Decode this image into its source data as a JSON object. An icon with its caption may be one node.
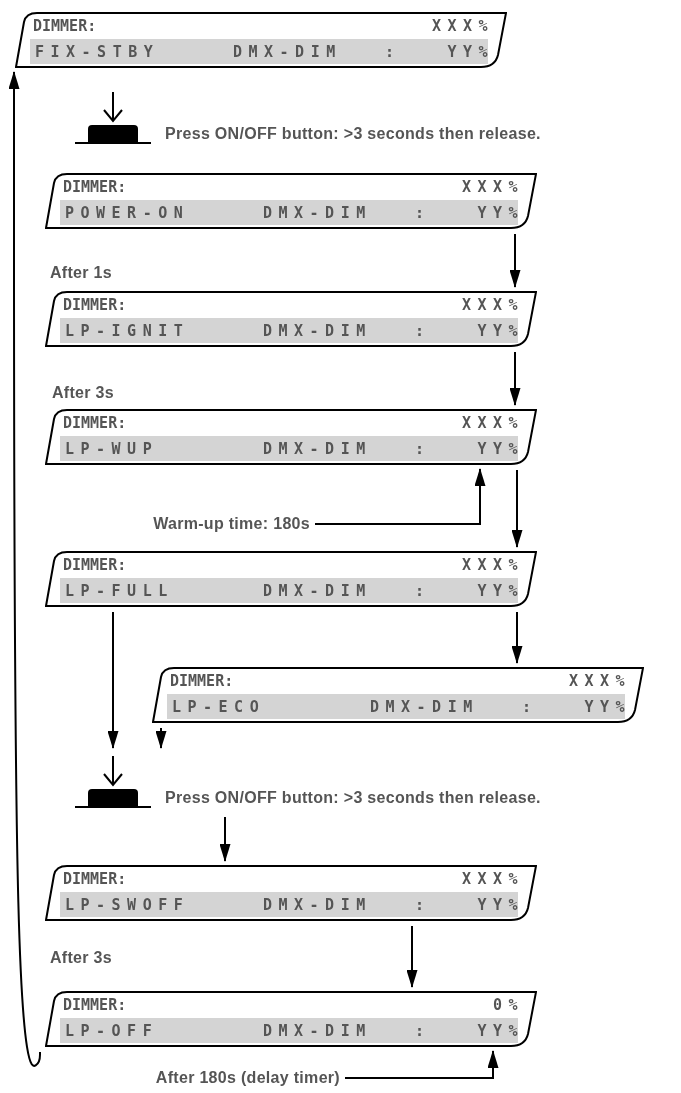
{
  "diagram": {
    "nodes": [
      {
        "text": [
          "DIMMER:",
          "XXX%",
          "FIX-STBY",
          "DMX-DIM",
          ":",
          "YY%"
        ]
      },
      {
        "text": [],
        "shape": "picture",
        "beside": [
          "Press ON/OFF button: >3 seconds then release."
        ]
      },
      {
        "text": [
          "DIMMER:",
          "XXX%",
          "POWER-ON",
          "DMX-DIM",
          ":",
          "YY%"
        ]
      },
      {
        "text": [
          "DIMMER:",
          "XXX%",
          "LP-IGNIT",
          "DMX-DIM",
          ":",
          "YY%"
        ]
      },
      {
        "text": [
          "DIMMER:",
          "XXX%",
          "LP-WUP",
          "DMX-DIM",
          ":",
          "YY%"
        ]
      },
      {
        "text": [
          "Warm-up time: 180s"
        ]
      },
      {
        "text": [
          "DIMMER:",
          "XXX%",
          "LP-FULL",
          "DMX-DIM",
          ":",
          "YY%"
        ]
      },
      {
        "text": [
          "DIMMER:",
          "XXX%",
          "LP-ECO",
          "DMX-DIM",
          ":",
          "YY%"
        ]
      },
      {
        "text": [],
        "shape": "picture",
        "beside": [
          "Press ON/OFF button: >3 seconds then release."
        ]
      },
      {
        "text": [
          "DIMMER:",
          "XXX%",
          "LP-SWOFF",
          "DMX-DIM",
          ":",
          "YY%"
        ]
      },
      {
        "text": [
          "DIMMER:",
          "0%",
          "LP-OFF",
          "DMX-DIM",
          ":",
          "YY%"
        ]
      },
      {
        "text": [
          "After 180s  (delay timer)"
        ]
      }
    ],
    "edges": [
      {
        "from": 2,
        "to": 3,
        "arrow": "to"
      },
      {
        "from": 3,
        "to": 4,
        "arrow": "to"
      },
      {
        "from": 4,
        "to": 6,
        "arrow": "to"
      },
      {
        "from": 5,
        "to": 4,
        "arrow": "to"
      },
      {
        "from": 6,
        "to": 7,
        "arrow": "to"
      },
      {
        "from": 6,
        "to": 8,
        "arrow": "to"
      },
      {
        "from": 7,
        "to": 8,
        "arrow": "to"
      },
      {
        "from": 8,
        "to": 9,
        "arrow": "to"
      },
      {
        "from": 9,
        "to": 10,
        "arrow": "to"
      },
      {
        "from": 11,
        "to": 10,
        "arrow": "to"
      },
      {
        "from": 10,
        "to": 0,
        "arrow": "to"
      }
    ],
    "labels": [
      "After 1s",
      "After 3s",
      "After 3s"
    ]
  }
}
